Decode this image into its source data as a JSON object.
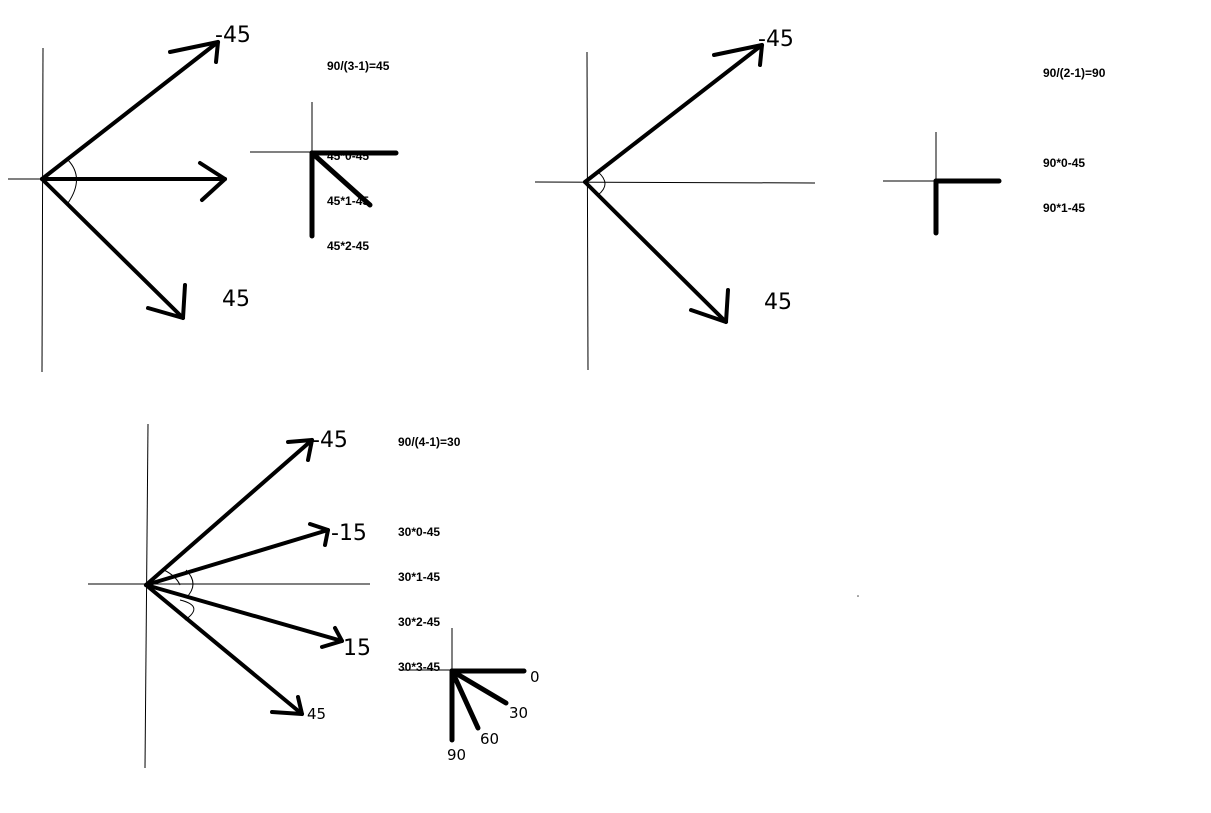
{
  "diagrams": [
    {
      "formula": "90/(3-1)=45",
      "steps": [
        "45*0-45",
        "45*1-45",
        "45*2-45"
      ],
      "arrow_labels": [
        "-45",
        "45"
      ]
    },
    {
      "formula": "90/(2-1)=90",
      "steps": [
        "90*0-45",
        "90*1-45"
      ],
      "arrow_labels": [
        "-45",
        "45"
      ]
    },
    {
      "formula": "90/(4-1)=30",
      "steps": [
        "30*0-45",
        "30*1-45",
        "30*2-45",
        "30*3-45"
      ],
      "arrow_labels": [
        "-45",
        "-15",
        "15",
        "45"
      ],
      "inset_labels": [
        "0",
        "30",
        "60",
        "90"
      ]
    }
  ]
}
